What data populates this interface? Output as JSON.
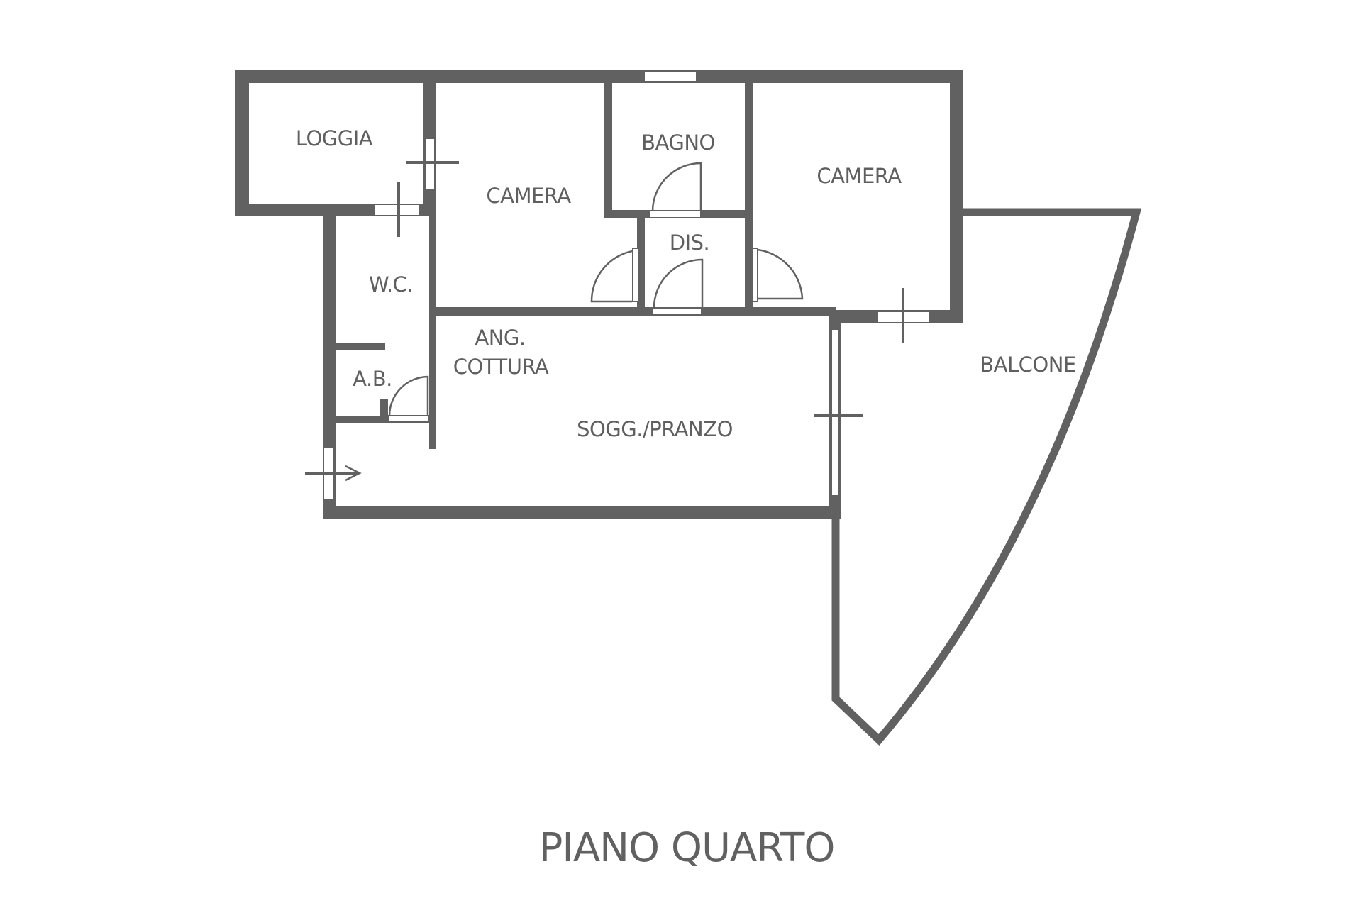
{
  "plan": {
    "title": "PIANO QUARTO",
    "wall_color": "#616162",
    "background": "#ffffff",
    "rooms": {
      "loggia": "LOGGIA",
      "camera_1": "CAMERA",
      "bagno": "BAGNO",
      "camera_2": "CAMERA",
      "dis": "DIS.",
      "wc": "W.C.",
      "ang_cottura_1": "ANG.",
      "ang_cottura_2": "COTTURA",
      "ab": "A.B.",
      "soggiorno": "SOGG./PRANZO",
      "balcone": "BALCONE"
    },
    "symbols": {
      "entrance": "entrance-arrow-icon",
      "window": "window-icon",
      "door": "door-swing-icon"
    }
  }
}
